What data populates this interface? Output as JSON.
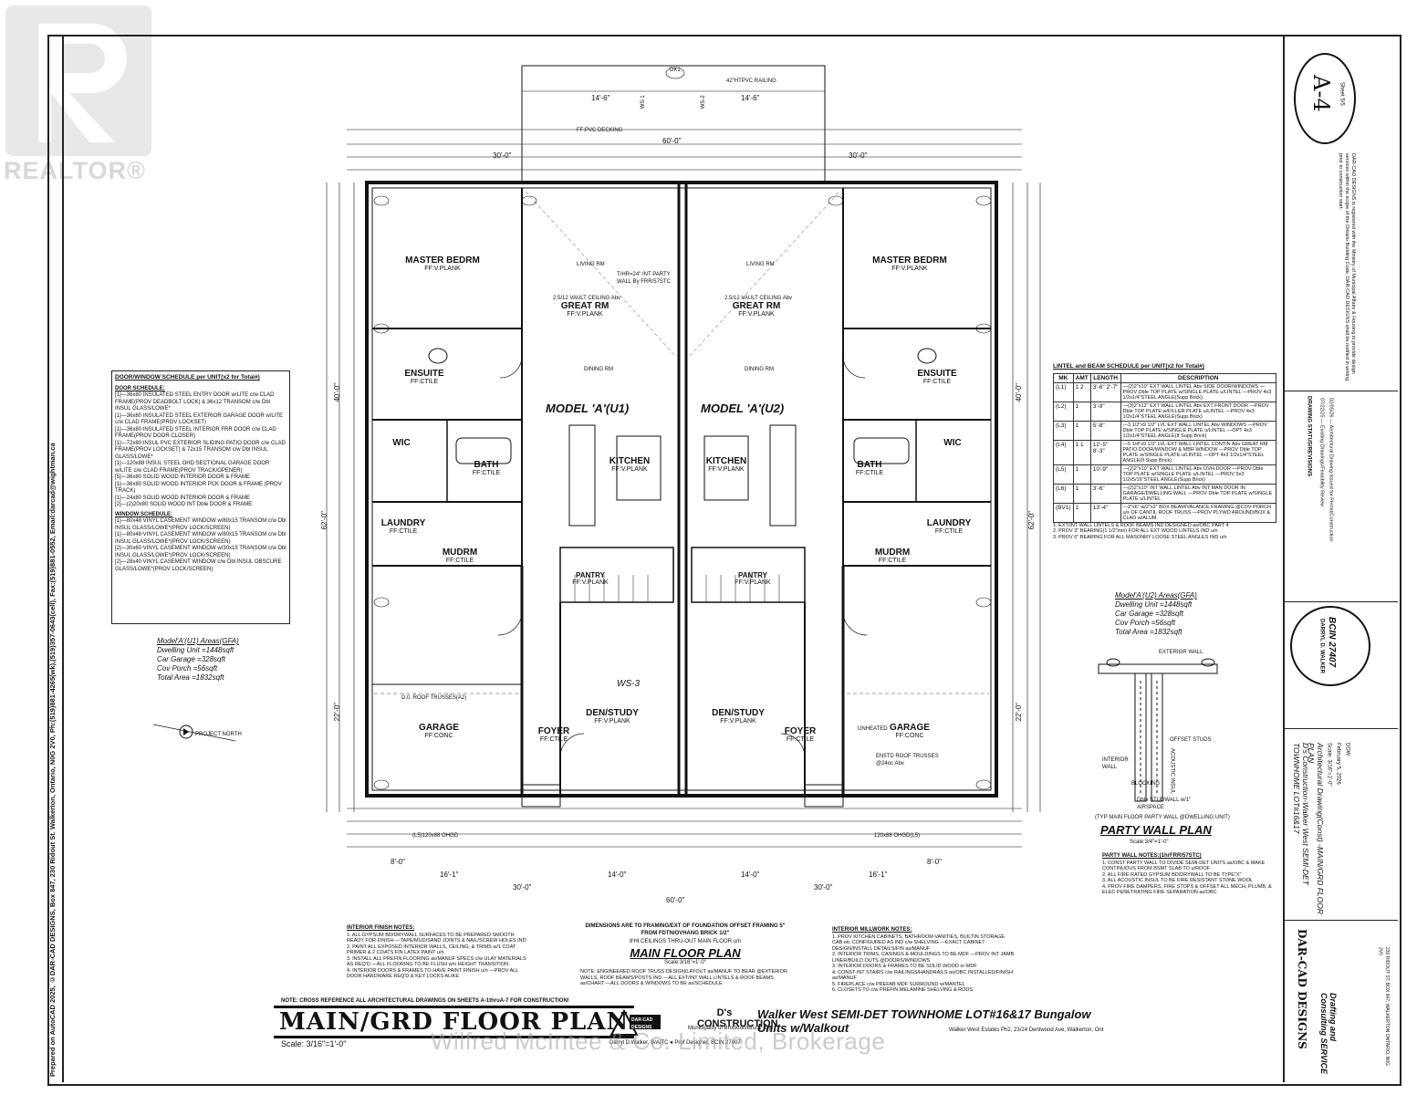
{
  "realtor": {
    "logo_text": "REALTOR®"
  },
  "side_margin_text": "Prepared on AutoCAD 2025, ©DAR-CAD DESIGNS, Box 847, 230 Ridout St. Walkerton, Ontario, N0G 2V0, Ph:(519)881-4265(wk),(519)357-0643(cell), Fax:(519)881-0552, Email:darcad@wightman.ca",
  "top": {
    "railing": "42\"HTPVC RAILING",
    "decking": "FF:PVC DECKING",
    "dims_top": [
      "14'-6\"",
      "14'-6\"",
      "60'-0\"",
      "30'-0\"",
      "30'-0\""
    ],
    "tags": [
      "DK1",
      "WS-1",
      "WS-2"
    ]
  },
  "floor_plan": {
    "units": [
      "MODEL 'A'(U1)",
      "MODEL 'A'(U2)"
    ],
    "rooms": [
      {
        "id": "master-l",
        "name": "MASTER BEDRM",
        "sub": "FF:V.PLANK"
      },
      {
        "id": "great-l",
        "name": "GREAT RM",
        "sub": "FF:V.PLANK"
      },
      {
        "id": "great-r",
        "name": "GREAT RM",
        "sub": "FF:V.PLANK"
      },
      {
        "id": "master-r",
        "name": "MASTER BEDRM",
        "sub": "FF:V.PLANK"
      },
      {
        "id": "ensuite-l",
        "name": "ENSUITE",
        "sub": "FF:CTILE"
      },
      {
        "id": "ensuite-r",
        "name": "ENSUITE",
        "sub": "FF:CTILE"
      },
      {
        "id": "wic-l",
        "name": "WIC",
        "sub": ""
      },
      {
        "id": "bath-l",
        "name": "BATH",
        "sub": "FF:CTILE"
      },
      {
        "id": "kitchen-l",
        "name": "KITCHEN",
        "sub": "FF:V.PLANK"
      },
      {
        "id": "kitchen-r",
        "name": "KITCHEN",
        "sub": "FF:V.PLANK"
      },
      {
        "id": "bath-r",
        "name": "BATH",
        "sub": "FF:CTILE"
      },
      {
        "id": "wic-r",
        "name": "WIC",
        "sub": ""
      },
      {
        "id": "laundry-l",
        "name": "LAUNDRY",
        "sub": "FF:CTILE"
      },
      {
        "id": "mudrm-l",
        "name": "MUDRM",
        "sub": "FF:CTILE"
      },
      {
        "id": "mudrm-r",
        "name": "MUDRM",
        "sub": "FF:CTILE"
      },
      {
        "id": "laundry-r",
        "name": "LAUNDRY",
        "sub": "FF:CTILE"
      },
      {
        "id": "pantry-l",
        "name": "PANTRY",
        "sub": "FF:V.PLANK"
      },
      {
        "id": "pantry-r",
        "name": "PANTRY",
        "sub": "FF:V.PLANK"
      },
      {
        "id": "garage-l",
        "name": "GARAGE",
        "sub": "FF:CONC"
      },
      {
        "id": "den-l",
        "name": "DEN/STUDY",
        "sub": "FF:V.PLANK"
      },
      {
        "id": "den-r",
        "name": "DEN/STUDY",
        "sub": "FF:V.PLANK"
      },
      {
        "id": "garage-r",
        "name": "GARAGE",
        "sub": "FF:CONC"
      },
      {
        "id": "foyer-l",
        "name": "FOYER",
        "sub": "FF:CTILE"
      },
      {
        "id": "foyer-r",
        "name": "FOYER",
        "sub": "FF:CTILE"
      }
    ],
    "notes": {
      "living_l": "LIVING RM",
      "living_r": "LIVING RM",
      "dining_l": "DINING RM",
      "dining_r": "DINING RM",
      "vault_l": "2.5/12 VAULT CEILING Abv",
      "vault_r": "2.5/12 VAULT CEILING Abv",
      "party_wall": "T/HR=24\" INT PARTY WALL By FRR/57STC",
      "garage_l_trusses": "D.0. ROOF TRUSSES(A2)",
      "garage_r_trusses": "EN5TD ROOF TRUSSES @24oc Abv",
      "unheated": "UNHEATED",
      "ohgd_l": "(L5)120x88 OHGD",
      "ohgd_r": "120x88 OHGD(L5)",
      "ws3": "WS-3",
      "project_north": "PROJECT NORTH"
    },
    "dims_bottom": [
      "8'-0\"",
      "16'-1\"",
      "30'-0\"",
      "14'-0\"",
      "14'-0\"",
      "30'-0\"",
      "16'-1\"",
      "8'-0\"",
      "60'-0\""
    ],
    "dims_left": [
      "40'-0\"",
      "62'-0\"",
      "22'-0\""
    ],
    "dims_right": [
      "40'-0\"",
      "62'-0\"",
      "22'-0\""
    ]
  },
  "door_window_schedule": {
    "title": "DOOR/WINDOW SCHEDULE per UNIT(x2 for Total#)",
    "door_head": "DOOR SCHEDULE:",
    "doors": [
      "[1]—36x80 INSULATED STEEL ENTRY DOOR w/LITE c/w CLAD FRAME(PROV DEADBOLT LOCK) & 36x12 TRANSOM c/w Dbl INSUL GLASS/LOWE*",
      "[1]—36x80 INSULATED STEEL EXTERIOR GARAGE DOOR w/LITE c/w CLAD FRAME(PROV LOCKSET)",
      "[1]—36x80 INSULATED STEEL INTERIOR FRR DOOR c/w CLAD FRAME(PROV DOOR CLOSER)",
      "[1]—72x80 INSUL PVC EXTERIOR SLIDING PATIO DOOR c/w CLAD FRAME(PROV LOCKSET) & 72x15 TRANSOM c/w Dbl INSUL GLASS/LOWE*",
      "[1]—120x88 INSUL STEEL OHD SECTIONAL GARAGE DOOR w/LITE c/w CLAD FRAME(PROV TRACK/OPENER)",
      "[5]—36x80 SOLID WOOD INTERIOR DOOR & FRAME",
      "[1]—36x80 SOLID WOOD INTERIOR PCK DOOR & FRAME (PROV TRACK)",
      "[1]—24x80 SOLID WOOD INTERIOR DOOR & FRAME",
      "[2]—(2)20x80 SOLID WOOD INT Dble DOOR & FRAME"
    ],
    "window_head": "WINDOW SCHEDULE:",
    "windows": [
      "[1]—80x48 VINYL CASEMENT WINDOW w/80x15 TRANSOM c/w Dbl INSUL GLASS/LOWE*(PROV LOCK/SCREEN)",
      "[1]—80x48 VINYL CASEMENT WINDOW w/80x15 TRANSOM c/w Dbl INSUL GLASS/LOWE*(PROV LOCK/SCREEN)",
      "[2]—30x60 VINYL CASEMENT WINDOW w/30x15 TRANSOM c/w Dbl INSUL GLASS/LOWE*(PROV LOCK/SCREEN)",
      "[2]—28x40 VINYL CASEMENT WINDOW c/w Dbl INSUL OBSCURE GLASS/LOWE*(PROV LOCK/SCREEN)"
    ]
  },
  "areas_left": {
    "title": "Model'A'(U1) Areas(GFA)",
    "rows": [
      "Dwelling Unit =1448sqft",
      "Car Garage =328sqft",
      "Cov Porch =56sqft",
      "Total Area =1832sqft"
    ]
  },
  "areas_right": {
    "title": "Model'A'(U2) Areas(GFA)",
    "rows": [
      "Dwelling Unit =1448sqft",
      "Car Garage =328sqft",
      "Cov Porch =56sqft",
      "Total Area =1832sqft"
    ]
  },
  "lintel_schedule": {
    "title": "LINTEL and BEAM SCHEDULE per UNIT(x2 for Total#)",
    "headers": [
      "MK",
      "AMT",
      "LENGTH",
      "DESCRIPTION"
    ],
    "rows": [
      [
        "(L1)",
        "1 2",
        "3'-6\" 2'-7\"",
        "—(2)2\"x10\" EXT WALL LINTEL Abv SIDE DOOR/WINDOWS —PROV Dble TOP PLATE w/SINGLE PLATE u/LINTEL —PROV 4x3 1/2x1/4\"STEEL ANGLE(Supp Brick)"
      ],
      [
        "(L2)",
        "1",
        "3'-9\"",
        "—(3)2\"x12\" EXT WALL LINTEL Abv EXT FRONT DOOR —PROV Dble TOP PLATE w/FILLER PLATE u/LINTEL —PROV 4x3 1/2x1/4\"STEEL ANGLE(Supp Brick)"
      ],
      [
        "(L3)",
        "1",
        "5'-8\"",
        "—3 1/2\"x9 1/2\" LVL EXT WALL LINTEL Abv WINDOWS —PROV Dble TOP PLATE w/SINGLE PLATE u/LINTEL —OPT 4x3 1/2x1/4\"STEEL ANGLE(If Supp Brick)"
      ],
      [
        "(L4)",
        "1 1",
        "12'-5\" 8'-3\"",
        "—5 1/4\"x9 1/2\" LVL EXT WALL LINTEL CONTIN Abv GREAT RM PATIO DOOR/WINDOW & MBR WINDOW —PROV Dble TOP PLATE w/SINGLE PLATE u/LINTEL —OPT 4x3 1/2x1/4\"STEEL ANGLE(If Supp Brick)"
      ],
      [
        "(L5)",
        "1",
        "10'-9\"",
        "—(2)2\"x10\" EXT WALL LINTEL Abv OVH DOOR —PROV Dble TOP PLATE w/SINGLE PLATE u/LINTEL —PROV 5x3 1/2x5/16\"STEEL ANGLE(Supp Brick)"
      ],
      [
        "(L6)",
        "1",
        "3'-6\"",
        "—(2)2\"x10\" INT WALL LINTEL Abv INT MAN DOOR IN GARAGE/DWELLING WALL —PROV Dble TOP PLATE w/SINGLE PLATE u/LINTEL"
      ],
      [
        "(BV1)",
        "1",
        "13'-4\"",
        "—2\"x6\" w/2\"x2\" BOX BEAM/VALANCE FRAMING @COV PORCH u/s OF CANTIL ROOF TRUSS —PROV PLYWD AROUND/BOX & CLAD w/ALUM"
      ]
    ],
    "footnotes": [
      "1. EXT/INT WALL LINTELS & ROOF BEAMS IND DESIGNED as/OBC PART 4",
      "2. PROV 3\" BEARING(1 1/2\"min) FOR ALL EXT WOOD LINTELS IND u/n",
      "3. PROV 6\" BEARING FOR ALL MASONRY LOOSE STEEL ANGLES IND u/n"
    ]
  },
  "party_wall": {
    "title": "PARTY WALL PLAN",
    "sub": "(TYP MAIN FLOOR PARTY WALL @DWELLING UNIT)",
    "scale": "Scale:3/4\"=1'-0\"",
    "labels": [
      "EXTERIOR WALL",
      "INTERIOR WALL",
      "OFFSET STUDS",
      "ACOUSTIC INSUL",
      "BLOCKING",
      "Dble STUDWALL w/1\" AIRSPACE"
    ],
    "notes_title": "PARTY WALL NOTES:(1hrFRR/57STC)",
    "notes": [
      "1. CONST PARTY WALL TO DIVIDE SEMI-DET UNITS as/OBC & MAKE CONTINUOUS FROM BSMT SLAB TO u/ROOF",
      "2. ALL FIRE RATED GYPSUM BD/DRYWALL TO BE TYPE\"X\"",
      "3. ALL ACOUSTIC INSUL TO BE FIRE RESISTANT STONE WOOL",
      "4. PROV FIRE DAMPERS, FIRE STOPS & OFFSET ALL MECH, PLUMB, & ELEC PENETRATING FIRE SEPARATION as/OBC"
    ]
  },
  "finish_notes": {
    "title": "INTERIOR FINISH NOTES:",
    "items": [
      "1. ALL GYPSUM BD/DRYWALL SURFACES TO BE PREPARED SMOOTH READY FOR FINISH —TAPE/MUD/SAND JOINTS & NAIL/SCREW HOLES IND",
      "2. PAINT ALL EXPOSED INTERIOR WALLS, CEILING, & TRIMS w/1 COAT PRIMER & 2 COATS FIN LATEX PAINT u/n",
      "3. INSTALL ALL PREFIN FLOORING as/MANUF SPECS c/w ULAY MATERIALS AS REQ'D —ALL FLOORING TO BE FLUSH w/o HEIGHT TRANSITION",
      "4. INTERIOR DOORS & FRAMES TO HAVE PAINT FINISH u/n —PROV ALL DOOR HARDWARE REQ'D & KEY LOCKS ALIKE"
    ]
  },
  "dims_notes": {
    "title": "DIMENSIONS ARE TO FRAMING/EXT OF FOUNDATION OFFSET FRAMING 5\" FROM FDTN/OVHANG BRICK 1/2\"",
    "sub": "8'HI CEILINGS THRU-OUT MAIN FLOOR u/n",
    "plan_title": "MAIN FLOOR PLAN",
    "scale": "Scale:3/16\"=1'-0\"",
    "notes": "NOTE: ENGINEERED ROOF TRUSS DESIGN/LAYOUT as/MANUF TO BEAR @EXTERIOR WALLS, ROOF BEAMS/POSTS IND —ALL EXT/INT WALL LINTELS & ROOF BEAMS as/CHART —ALL DOORS & WINDOWS TO BE as/SCHEDULE"
  },
  "millwork_notes": {
    "title": "INTERIOR MILLWORK NOTES:",
    "items": [
      "1. PROV KITCHEN CABINETS, BATHROOM VANITIES, BUILTIN STORAGE CAB etc CONFIGURED AS IND c/w SHELVING —EXACT CABINET DESIGN/INSTALL DETAILS/FIN as/MANUF",
      "2. INTERIOR TRIMS, CASINGS & MOULDINGS TO BE MDF —PROV INT JAMB LINER/BUILD OUTS @DOORS/WINDOWS",
      "3. INTERIOR DOORS & FRAMES TO BE SOLID WOOD or MDF",
      "4. CONST INT STAIRS c/w RAILINGS/HANDRAILS as/OBC INSTALLED/FINISH as/MANUF",
      "5. FIREPLACE c/w PREFAB MDF SURROUND w/MANTEL",
      "6. CLOSETS TO c/w PREFIN MELAMINE SHELVING & RODS"
    ]
  },
  "bottom_banner": {
    "cross_ref": "NOTE: CROSS REFERENCE ALL ARCHITECTURAL DRAWINGS ON SHEETS A-1thruA-7 FOR CONSTRUCTION!",
    "main_title": "MAIN/GRD FLOOR PLAN",
    "scale": "Scale: 3/16\"=1'-0\"",
    "project": "Walker West SEMI-DET TOWNHOME LOT#16&17 Bungalow Units w/Walkout",
    "dar_cad": "DAR-CAD DESIGNS",
    "ds_construction": "D's CONSTRUCTION",
    "designer": "Darryl D.Walker, B/A/TC ● Prof Designer, BCIN 27407",
    "municipality": "Municipality of Brockton/Bruce Cty",
    "address": "Walker West Estates Ph2, 23/24 Dentwood Ave, Walkerton, Ont"
  },
  "watermark": "Wilfred McIntee & Co. Limited, Brokerage",
  "title_block": {
    "sheet_no": "A-4",
    "sheet_of": "Sheet 5/5",
    "disclaimer": "DAR-CAD DESIGNS is registered with the Ministry of Municipal Affairs & Housing to provide design services within the scope of the Ontario Building Code. DAR-CAD DESIGNS shall be notified in writing prior to construction start.",
    "status_title": "DRAWING STATUS/REVISIONS",
    "status_rows": [
      "07/22/25 — Existing Drawings/Feasibility Review",
      "02/05/26 — Architectural Drawing Issued for Permit/Construction"
    ],
    "seal_name": "DARRYL D. WALKER",
    "seal_bcin": "BCIN 27407",
    "project_name": "D's Construction-Walker West SEMI-DET TOWNHOME LOT#16&17",
    "drawing_name": "Architectural Drawing(Const) -MAIN/GRD FLOOR PLAN",
    "scale": "Scale: 3/16\"=1'-0\"",
    "date": "February 5, 2026",
    "drawn_by": "DDW",
    "firm": "DAR-CAD DESIGNS",
    "firm_sub": "Drafting and Consulting SERVICE",
    "firm_address": "230 RIDOUT ST, BOX 847, WALKERTON ONTARIO, N0G 2V0"
  }
}
